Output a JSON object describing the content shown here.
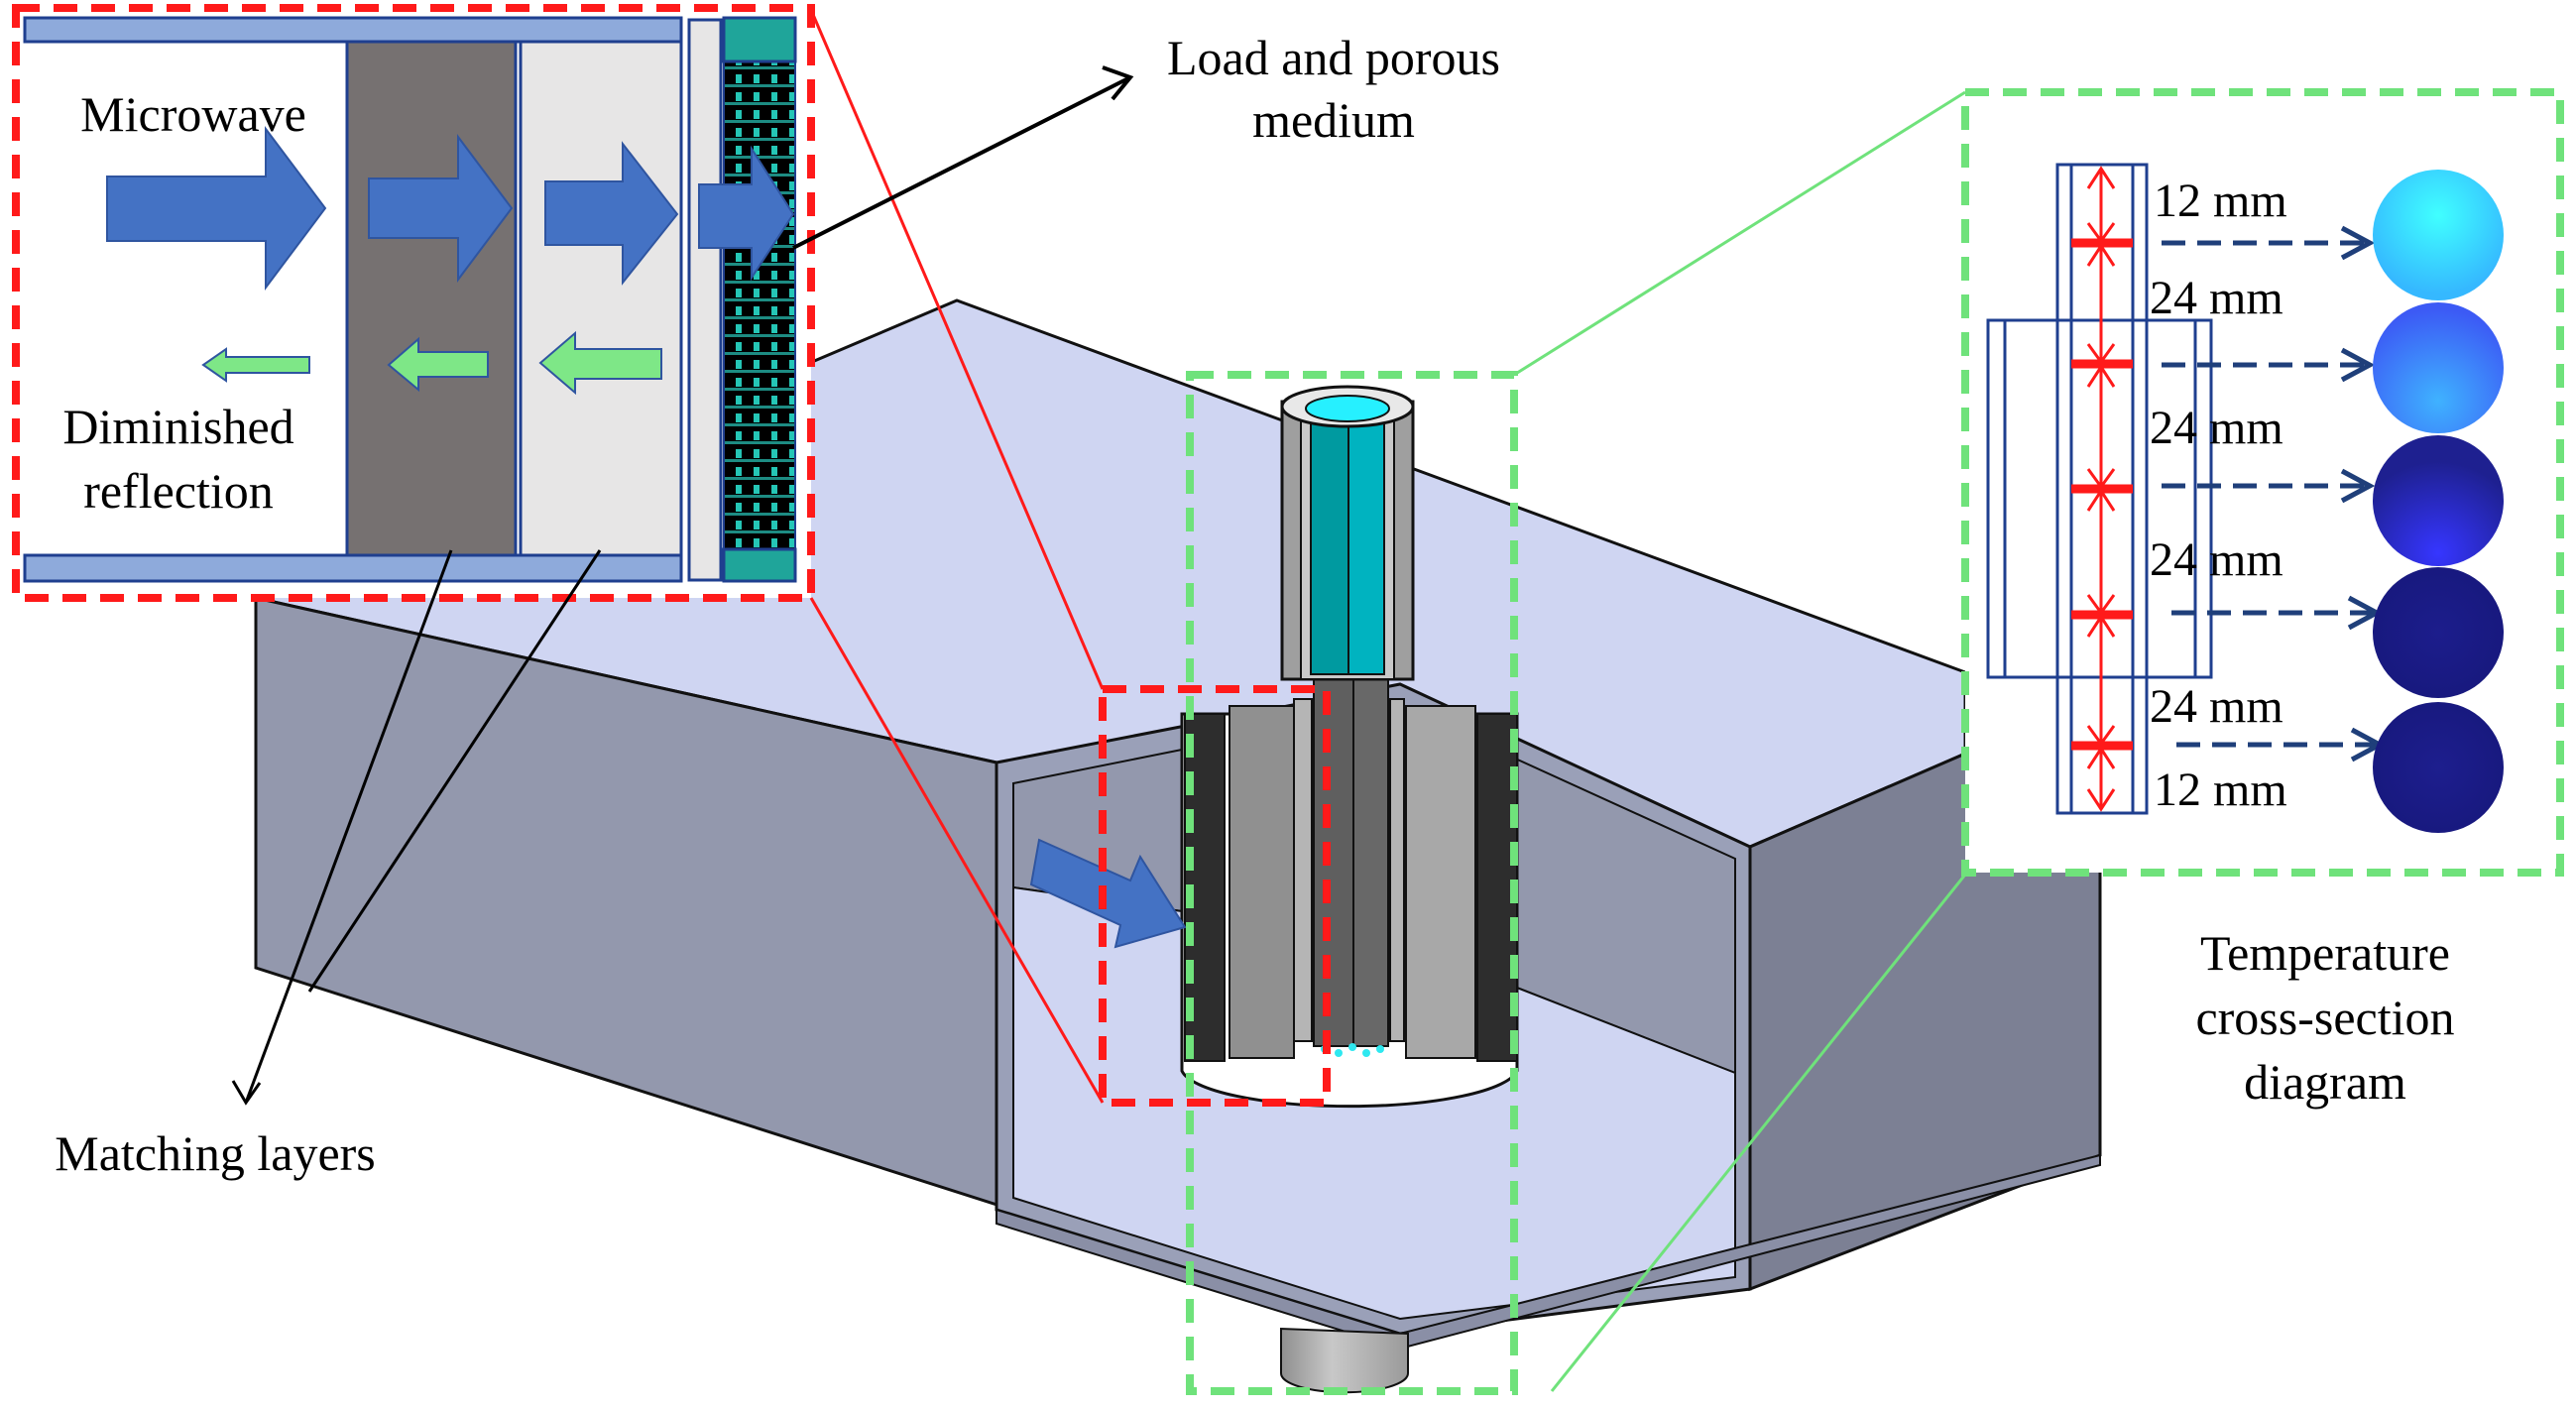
{
  "figure": {
    "inset": {
      "microwave_label": "Microwave",
      "reflection_label_line1": "Diminished",
      "reflection_label_line2": "reflection"
    },
    "callouts": {
      "load_label_line1": "Load and porous",
      "load_label_line2": "medium",
      "matching_label": "Matching layers",
      "temperature_label_line1": "Temperature",
      "temperature_label_line2": "cross-section",
      "temperature_label_line3": "diagram"
    },
    "cross_section": {
      "segments": [
        {
          "label": "12 mm",
          "value_mm": 12
        },
        {
          "label": "24 mm",
          "value_mm": 24
        },
        {
          "label": "24 mm",
          "value_mm": 24
        },
        {
          "label": "24 mm",
          "value_mm": 24
        },
        {
          "label": "24 mm",
          "value_mm": 24
        },
        {
          "label": "12 mm",
          "value_mm": 12
        }
      ],
      "temperature_slices": [
        {
          "index": 1,
          "color": "#2ef0ff",
          "edge": "#38b8ff"
        },
        {
          "index": 2,
          "color": "#3d8dff",
          "edge": "#2f5cf0"
        },
        {
          "index": 3,
          "color": "#2a2fc4",
          "edge": "#1b1f8c"
        },
        {
          "index": 4,
          "color": "#1b1c88",
          "edge": "#16177a"
        },
        {
          "index": 5,
          "color": "#1c1d8a",
          "edge": "#16177a"
        }
      ]
    },
    "colors": {
      "red_dash": "#ff1a1a",
      "green_dash": "#6fe27b",
      "arrow_blue": "#4472c4",
      "arrow_green": "#7ee787",
      "box_top": "#cfd5f2",
      "box_side": "#9398ad",
      "box_side_dark": "#7c8094",
      "teal": "#1fa59a",
      "cyan": "#00b3c0"
    }
  }
}
